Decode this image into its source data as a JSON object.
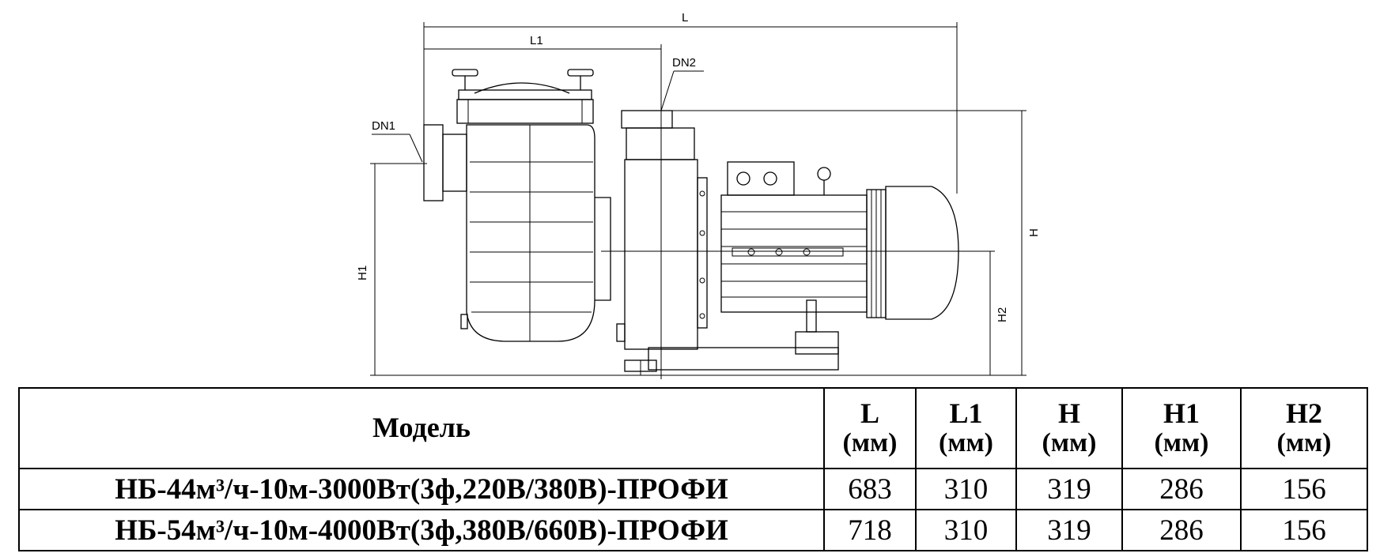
{
  "diagram": {
    "labels": {
      "L": "L",
      "L1": "L1",
      "DN1": "DN1",
      "DN2": "DN2",
      "H": "H",
      "H1": "H1",
      "H2": "H2"
    }
  },
  "table": {
    "header": {
      "model": "Модель",
      "columns": [
        {
          "name": "L",
          "unit": "(мм)"
        },
        {
          "name": "L1",
          "unit": "(мм)"
        },
        {
          "name": "H",
          "unit": "(мм)"
        },
        {
          "name": "H1",
          "unit": "(мм)"
        },
        {
          "name": "H2",
          "unit": "(мм)"
        }
      ]
    },
    "rows": [
      {
        "model": "НБ-44м³/ч-10м-3000Вт(3ф,220В/380В)-ПРОФИ",
        "values": [
          "683",
          "310",
          "319",
          "286",
          "156"
        ]
      },
      {
        "model": "НБ-54м³/ч-10м-4000Вт(3ф,380В/660В)-ПРОФИ",
        "values": [
          "718",
          "310",
          "319",
          "286",
          "156"
        ]
      }
    ]
  }
}
